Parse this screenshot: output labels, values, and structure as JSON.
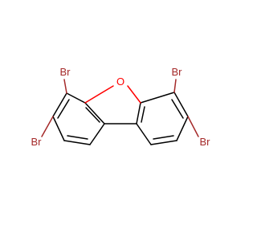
{
  "molecule": {
    "atoms": {
      "oxygen": "O",
      "bromine_top_left": "Br",
      "bromine_top_right": "Br",
      "bromine_bottom_left": "Br",
      "bromine_bottom_right": "Br"
    },
    "colors": {
      "carbon_bond": "#000000",
      "bromine": "#a52a2a",
      "oxygen": "#ff0000",
      "background": "#ffffff"
    }
  }
}
